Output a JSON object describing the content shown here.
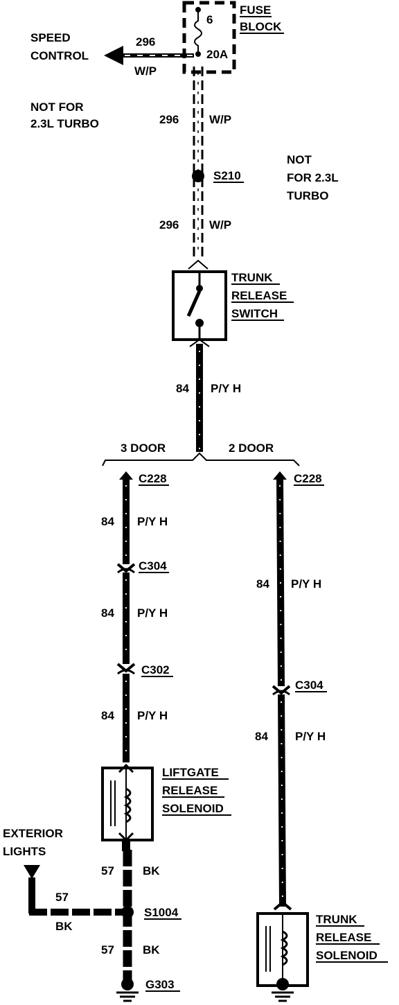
{
  "fuse_block": {
    "title_line1": "FUSE",
    "title_line2": "BLOCK",
    "fuse_number": "6",
    "fuse_rating": "20A"
  },
  "speed_control": {
    "line1": "SPEED",
    "line2": "CONTROL",
    "circuit": "296",
    "color": "W/P"
  },
  "note_left": {
    "line1": "NOT FOR",
    "line2": "2.3L TURBO"
  },
  "note_right": {
    "line1": "NOT",
    "line2": "FOR 2.3L",
    "line3": "TURBO"
  },
  "feed": {
    "upper": {
      "circuit": "296",
      "color": "W/P"
    },
    "splice": "S210",
    "lower": {
      "circuit": "296",
      "color": "W/P"
    }
  },
  "trunk_release_switch": {
    "line1": "TRUNK",
    "line2": "RELEASE",
    "line3": "SWITCH"
  },
  "switch_output": {
    "circuit": "84",
    "color": "P/Y H"
  },
  "branches": {
    "left_label": "3 DOOR",
    "right_label": "2 DOOR"
  },
  "left_branch": {
    "connector_top": "C228",
    "seg1": {
      "circuit": "84",
      "color": "P/Y H"
    },
    "connector_mid": "C304",
    "seg2": {
      "circuit": "84",
      "color": "P/Y H"
    },
    "connector_low": "C302",
    "seg3": {
      "circuit": "84",
      "color": "P/Y H"
    },
    "solenoid": {
      "line1": "LIFTGATE",
      "line2": "RELEASE",
      "line3": "SOLENOID"
    },
    "ground_upper": {
      "circuit": "57",
      "color": "BK"
    },
    "splice": "S1004",
    "ground_lower": {
      "circuit": "57",
      "color": "BK"
    },
    "ground": "G303"
  },
  "exterior_lights": {
    "line1": "EXTERIOR",
    "line2": "LIGHTS",
    "circuit": "57",
    "color": "BK"
  },
  "right_branch": {
    "connector_top": "C228",
    "seg1": {
      "circuit": "84",
      "color": "P/Y H"
    },
    "connector_mid": "C304",
    "seg2": {
      "circuit": "84",
      "color": "P/Y H"
    },
    "solenoid": {
      "line1": "TRUNK",
      "line2": "RELEASE",
      "line3": "SOLENOID"
    }
  }
}
